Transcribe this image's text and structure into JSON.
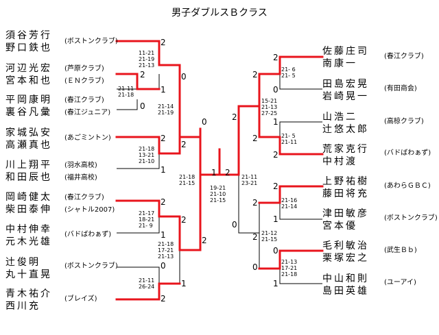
{
  "title": "男子ダブルスＢクラス",
  "colors": {
    "win": "#e8141c",
    "line": "#000000"
  },
  "left": {
    "pairs": [
      {
        "players": [
          "須谷芳行",
          "野口鉄也"
        ],
        "clubs": [
          "(ボストンクラブ)"
        ]
      },
      {
        "players": [
          "河辺光宏",
          "宮本和也"
        ],
        "clubs": [
          "(芦原クラブ)",
          "(ＥＮクラブ)"
        ]
      },
      {
        "players": [
          "平岡康明",
          "裏谷凡彙"
        ],
        "clubs": [
          "(春江クラブ)",
          "(春江ジュニア)"
        ]
      },
      {
        "players": [
          "家城弘安",
          "高瀬真也"
        ],
        "clubs": [
          "(あごミントン)"
        ]
      },
      {
        "players": [
          "川上翔平",
          "和田辰也"
        ],
        "clubs": [
          "(羽水高校)",
          "(福井高校)"
        ]
      },
      {
        "players": [
          "岡崎健太",
          "柴田泰伸"
        ],
        "clubs": [
          "(春江クラブ)",
          "(シャトル2007)"
        ]
      },
      {
        "players": [
          "中村伸幸",
          "元木光雄"
        ],
        "clubs": [
          "(バドばわぁず)"
        ]
      },
      {
        "players": [
          "辻俊明",
          "丸十直晃"
        ],
        "clubs": [
          "(ボストンクラブ)"
        ]
      },
      {
        "players": [
          "青木祐介",
          "西川充"
        ],
        "clubs": [
          "(ブレイズ)"
        ]
      }
    ]
  },
  "right": {
    "pairs": [
      {
        "players": [
          "佐藤庄司",
          "南康一"
        ],
        "clubs": [
          "(春江クラブ)"
        ]
      },
      {
        "players": [
          "田島宏晃",
          "岩崎晃一"
        ],
        "clubs": [
          "(有田商会)"
        ]
      },
      {
        "players": [
          "山浩二",
          "辻悠太郎"
        ],
        "clubs": [
          "(高椋クラブ)"
        ]
      },
      {
        "players": [
          "荒家克行",
          "中村渡"
        ],
        "clubs": [
          "(バドばわぁず)"
        ]
      },
      {
        "players": [
          "上野祐樹",
          "藤田将充"
        ],
        "clubs": [
          "(あわらＧＢＣ)"
        ]
      },
      {
        "players": [
          "津田敏彦",
          "宮本優"
        ],
        "clubs": [
          "(ボストンクラブ)"
        ]
      },
      {
        "players": [
          "毛利敏治",
          "栗塚宏之"
        ],
        "clubs": [
          "(武生Ｂｂ)"
        ]
      },
      {
        "players": [
          "中山和則",
          "島田英雄"
        ],
        "clubs": [
          "(ユーアイ)"
        ]
      }
    ]
  },
  "results": {
    "nums": [
      "2",
      "1",
      "2",
      "0",
      "0",
      "2",
      "1",
      "2",
      "1",
      "2",
      "0",
      "0",
      "2",
      "2",
      "1",
      "2",
      "2",
      "1",
      "2",
      "0",
      "2",
      "0",
      "2",
      "1",
      "2",
      "1",
      "2",
      "2",
      "0",
      "2",
      "0",
      "1",
      "2"
    ],
    "scores": [
      "11-21\n21-19\n21-13",
      "21-11\n21-18",
      "21-14\n21-19",
      "21-18\n13-21\n21-10",
      "21-18\n21-15",
      "21-17\n18-21\n21- 9",
      "21-18\n17-21\n21-13",
      "21-11\n26-24",
      "19-21\n21-10\n21-15",
      "21-11\n23-21",
      "21- 6\n21- 5",
      "15-21\n21-13\n27-25",
      "21- 5\n21-11",
      "21-16\n21-14",
      "21-12\n21-15",
      "21-13\n17-21\n21-18"
    ]
  }
}
